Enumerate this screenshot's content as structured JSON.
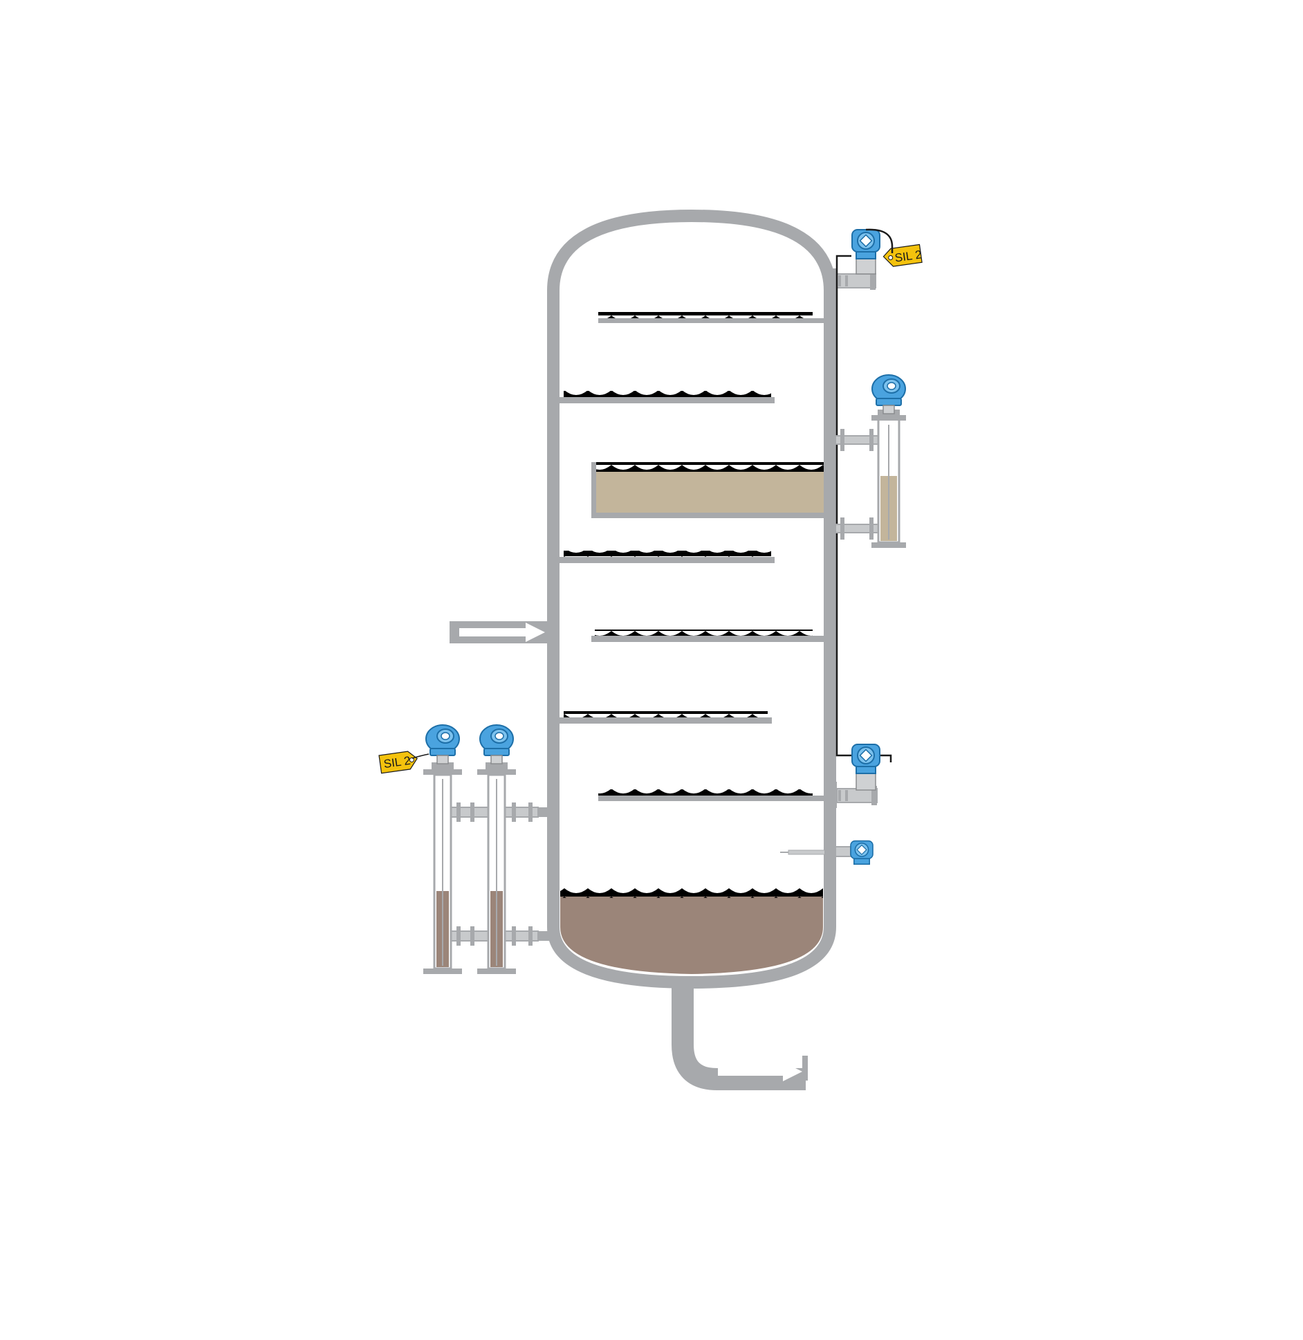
{
  "colors": {
    "vessel": "#a7a9ac",
    "background": "#ffffff",
    "light_liquid": "#d8ccb0",
    "mid_liquid": "#c3b59b",
    "dark_liquid": "#9b8579",
    "transmitter_blue": "#4aa3df",
    "transmitter_dark": "#1d6fa8",
    "sil_tag": "#f4c20d",
    "wire": "#1a1a1a"
  },
  "diagram": {
    "tags": {
      "top_sil_label": "SIL 2",
      "left_sil_label": "SIL 2"
    },
    "trays": {
      "count": 7
    },
    "icons": {
      "inlet": "arrow-right-icon",
      "outlet": "arrow-right-icon",
      "transmitter": "transmitter-icon",
      "chamber": "level-chamber-icon"
    }
  }
}
